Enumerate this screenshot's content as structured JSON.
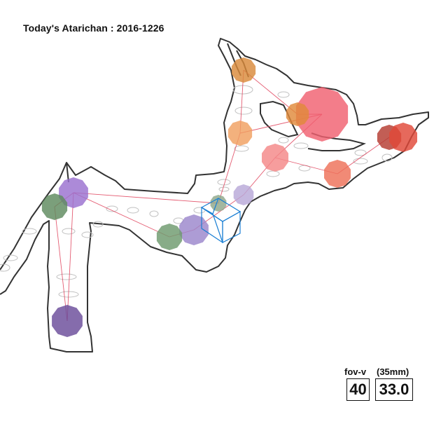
{
  "title": "Today's Atarichan : 2016-1226",
  "hud": {
    "fov_label": "fov-v",
    "fov_value": "40",
    "focal_label": "(35mm)",
    "focal_value": "33.0"
  },
  "colors": {
    "outline": "#333333",
    "bone": "#e0405a",
    "camera": "#1a7fd4",
    "ring": "#c0c0c0"
  },
  "joints": [
    {
      "name": "head-top",
      "color": "#d98a3a"
    },
    {
      "name": "head",
      "color": "#f06070"
    },
    {
      "name": "neck",
      "color": "#e08a3a"
    },
    {
      "name": "shoulder-upper",
      "color": "#f0a060"
    },
    {
      "name": "chest",
      "color": "#f48888"
    },
    {
      "name": "shoulder-right",
      "color": "#ee7058"
    },
    {
      "name": "hand-right-a",
      "color": "#b43a30"
    },
    {
      "name": "hand-right-b",
      "color": "#e04838"
    },
    {
      "name": "spine",
      "color": "#b8a8d8"
    },
    {
      "name": "hip-small",
      "color": "#8fa78a"
    },
    {
      "name": "hip-left",
      "color": "#9b86cc"
    },
    {
      "name": "knee-green",
      "color": "#6e9a6e"
    },
    {
      "name": "knee-purple",
      "color": "#9a70d0"
    },
    {
      "name": "foot-green",
      "color": "#5e8a5e"
    },
    {
      "name": "ankle-dark",
      "color": "#6a4c9a"
    }
  ]
}
